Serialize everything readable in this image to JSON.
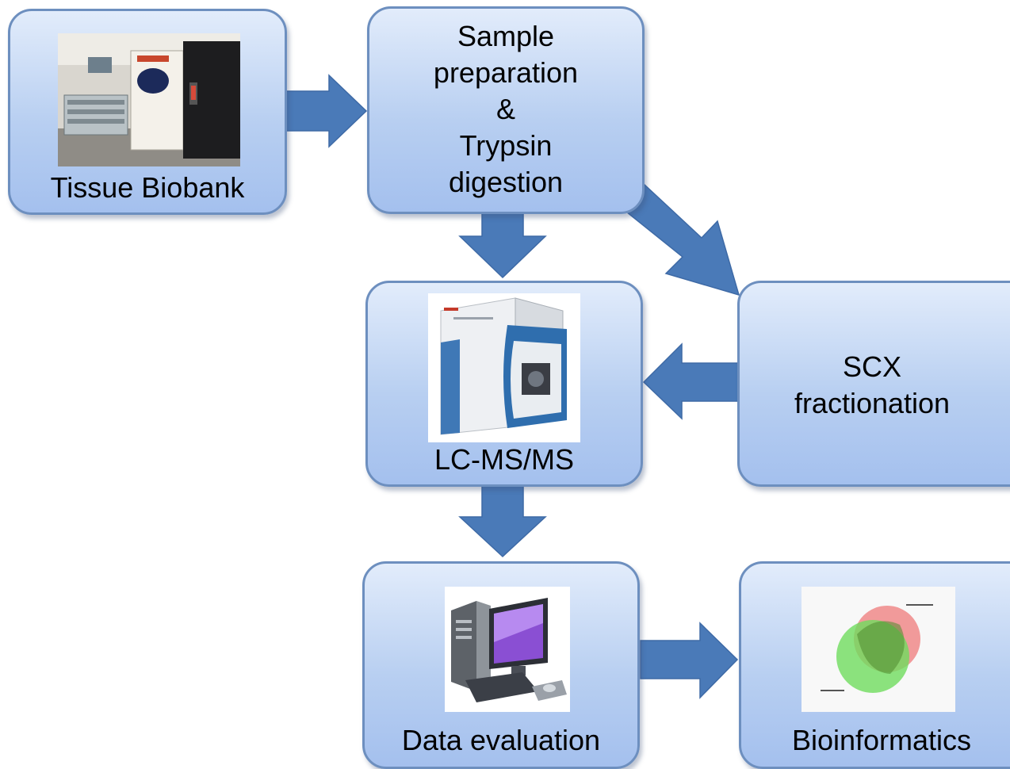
{
  "nodes": {
    "tissue_biobank": {
      "label": "Tissue Biobank",
      "image": "biobank-freezer-photo"
    },
    "sample_prep": {
      "label": "Sample\npreparation\n&\nTrypsin\ndigestion"
    },
    "lcms": {
      "label": "LC-MS/MS",
      "image": "mass-spectrometer-photo"
    },
    "scx": {
      "label": "SCX\nfractionation"
    },
    "data_eval": {
      "label": "Data evaluation",
      "image": "desktop-computer-icon"
    },
    "bioinformatics": {
      "label": "Bioinformatics",
      "image": "venn-diagram-image"
    }
  },
  "edges": [
    {
      "from": "tissue_biobank",
      "to": "sample_prep"
    },
    {
      "from": "sample_prep",
      "to": "lcms"
    },
    {
      "from": "sample_prep",
      "to": "scx"
    },
    {
      "from": "scx",
      "to": "lcms"
    },
    {
      "from": "lcms",
      "to": "data_eval"
    },
    {
      "from": "data_eval",
      "to": "bioinformatics"
    }
  ],
  "colors": {
    "arrow_fill": "#4a7ab8",
    "box_border": "#6d8fbf",
    "box_gradient_top": "#e2ecfb",
    "box_gradient_bottom": "#a4c0ee",
    "venn_red": "#f08a8a",
    "venn_green": "#6fdc5e"
  }
}
